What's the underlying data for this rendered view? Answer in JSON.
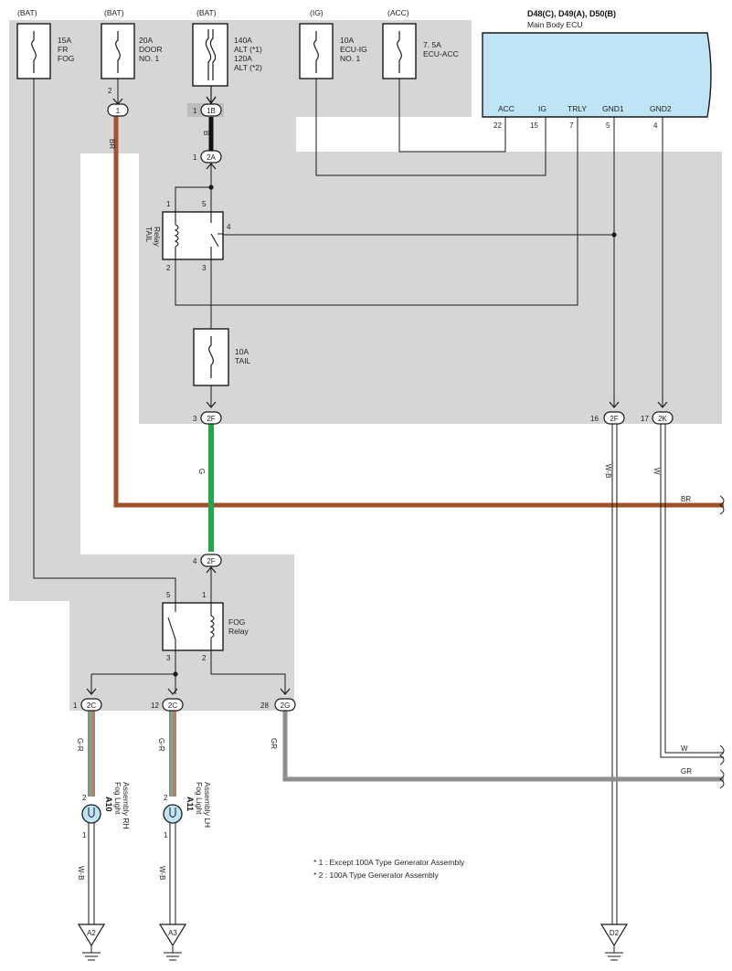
{
  "ecu": {
    "title": "D48(C), D49(A), D50(B)",
    "subtitle": "Main Body ECU",
    "terminals": [
      {
        "name": "ACC",
        "pin": "22"
      },
      {
        "name": "IG",
        "pin": "15"
      },
      {
        "name": "TRLY",
        "pin": "7"
      },
      {
        "name": "GND1",
        "pin": "5"
      },
      {
        "name": "GND2",
        "pin": "4"
      }
    ]
  },
  "fuses": [
    {
      "source": "(BAT)",
      "l1": "15A",
      "l2": "FR",
      "l3": "FOG",
      "l4": ""
    },
    {
      "source": "(BAT)",
      "l1": "20A",
      "l2": "DOOR",
      "l3": "NO. 1",
      "l4": ""
    },
    {
      "source": "(BAT)",
      "l1": "140A",
      "l2": "ALT (*1)",
      "l3": "120A",
      "l4": "ALT (*2)"
    },
    {
      "source": "(IG)",
      "l1": "10A",
      "l2": "ECU-IG",
      "l3": "NO. 1",
      "l4": ""
    },
    {
      "source": "(ACC)",
      "l1": "7. 5A",
      "l2": "ECU-ACC",
      "l3": "",
      "l4": ""
    }
  ],
  "tail_fuse": {
    "l1": "10A",
    "l2": "TAIL"
  },
  "tail_relay": {
    "name": "TAIL",
    "name2": "Relay",
    "p1": "1",
    "p2": "2",
    "p3": "3",
    "p4": "4",
    "p5": "5"
  },
  "fog_relay": {
    "name": "FOG",
    "name2": "Relay",
    "p1": "1",
    "p2": "2",
    "p3": "3",
    "p5": "5"
  },
  "connectors": {
    "c1": {
      "label": "1",
      "pin": "2"
    },
    "c1b": {
      "label": "1B",
      "pin": "1"
    },
    "c2a": {
      "label": "2A",
      "pin": "1"
    },
    "c2f_tail": {
      "label": "2F",
      "pin": "3"
    },
    "c2f_gnd": {
      "label": "2F",
      "pin": "16"
    },
    "c2k": {
      "label": "2K",
      "pin": "17"
    },
    "c2f_fog": {
      "label": "2F",
      "pin": "4"
    },
    "c2c_1": {
      "label": "2C",
      "pin": "1"
    },
    "c2c_12": {
      "label": "2C",
      "pin": "12"
    },
    "c2g": {
      "label": "2G",
      "pin": "28"
    }
  },
  "wires": {
    "br": "BR",
    "b": "B",
    "g": "G",
    "wb": "W-B",
    "w": "W",
    "gr_left": "G-R",
    "gr_mid": "G-R",
    "gr": "GR",
    "wb_a10": "W-B",
    "wb_a11": "W-B",
    "br_right": "BR",
    "w_right": "W",
    "gr_right": "GR"
  },
  "fog_lights": [
    {
      "code": "A10",
      "n1": "Fog Light",
      "n2": "Assembly RH",
      "pin_top": "2",
      "pin_bot": "1"
    },
    {
      "code": "A11",
      "n1": "Fog Light",
      "n2": "Assembly LH",
      "pin_top": "2",
      "pin_bot": "1"
    }
  ],
  "grounds": {
    "a2": "A2",
    "a3": "A3",
    "d2": "D2"
  },
  "notes": [
    "* 1 : Except 100A Type Generator Assembly",
    "* 2 : 100A Type Generator Assembly"
  ],
  "colors": {
    "shade": "#d6d6d6",
    "ecu_fill": "#bfe4f5",
    "ecu_stroke": "#1a1a1a",
    "wire_br": "#a0522d",
    "wire_g": "#22a84a",
    "wire_gr": "#8e8e8e",
    "wire_b": "#111111",
    "lamp_fill": "#bfe4f5"
  }
}
